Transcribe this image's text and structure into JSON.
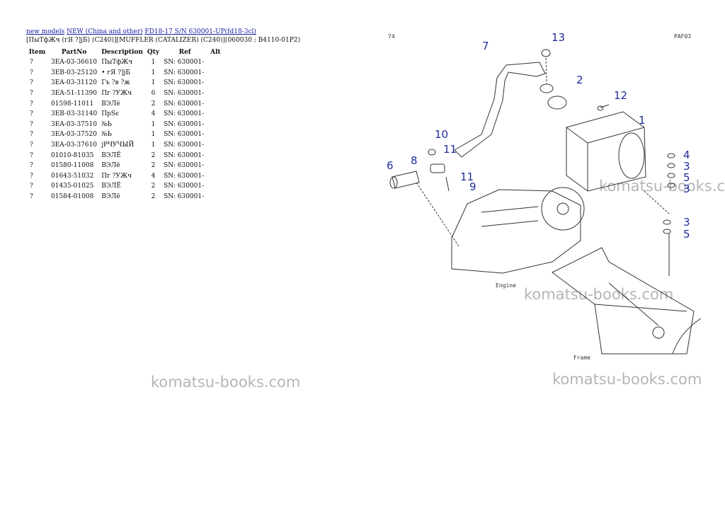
{
  "breadcrumb": {
    "links": [
      "new models",
      "NEW (China and other)",
      "FD18-17 S/N 630001-UP(fd18-3cl)"
    ]
  },
  "subtitle": "[ПыТфЖч (гЯ ?]jБ) (C240)][MUFFLER (CATALIZER) (C240)](060030 ; B4110-01P2)",
  "table": {
    "headers": [
      "Item",
      "PartNo",
      "Description",
      "Qty",
      "Ref",
      "Alt"
    ],
    "rows": [
      [
        "?",
        "3EA-03-36610",
        "ПыТфЖч",
        "1",
        "SN: 630001-",
        ""
      ],
      [
        "?",
        "3EB-03-25120",
        "• гЯ ?]jБ",
        "1",
        "SN: 630001-",
        ""
      ],
      [
        "?",
        "3EA-03-31120",
        "Гъ ?в ?ж",
        "1",
        "SN: 630001-",
        ""
      ],
      [
        "?",
        "3EA-51-11390",
        "Пг ?УЖч",
        "6",
        "SN: 630001-",
        ""
      ],
      [
        "?",
        "01598-11011",
        "ВЭЛё",
        "2",
        "SN: 630001-",
        ""
      ],
      [
        "?",
        "3EB-03-31140",
        "ПрSє",
        "4",
        "SN: 630001-",
        ""
      ],
      [
        "?",
        "3EA-03-37510",
        "№Ь",
        "1",
        "SN: 630001-",
        ""
      ],
      [
        "?",
        "3EA-03-37520",
        "№Ь",
        "1",
        "SN: 630001-",
        ""
      ],
      [
        "?",
        "3EA-03-37610",
        "јРЧУЧЫЙ",
        "1",
        "SN: 630001-",
        ""
      ],
      [
        "?",
        "01010-81035",
        "ВЭЛЁ",
        "2",
        "SN: 630001-",
        ""
      ],
      [
        "?",
        "01580-11008",
        "ВЭЛё",
        "2",
        "SN: 630001-",
        ""
      ],
      [
        "?",
        "01643-51032",
        "Пг ?УЖч",
        "4",
        "SN: 630001-",
        ""
      ],
      [
        "?",
        "01435-01025",
        "ВЭЛЁ",
        "2",
        "SN: 630001-",
        ""
      ],
      [
        "?",
        "01584-01008",
        "ВЭЛё",
        "2",
        "SN: 630001-",
        ""
      ]
    ]
  },
  "watermark": "komatsu-books.com",
  "diagram": {
    "page_code": "PAF03",
    "corner_mark": "74",
    "engine_label": "Engine",
    "frame_label": "Frame",
    "callouts": [
      "13",
      "7",
      "2",
      "12",
      "1",
      "10",
      "11",
      "8",
      "6",
      "11",
      "9",
      "4",
      "3",
      "5",
      "3",
      "3",
      "5"
    ]
  },
  "colors": {
    "link": "#1a1aa6",
    "callout": "#1e2c9a",
    "watermark": "#b5b5b5"
  }
}
